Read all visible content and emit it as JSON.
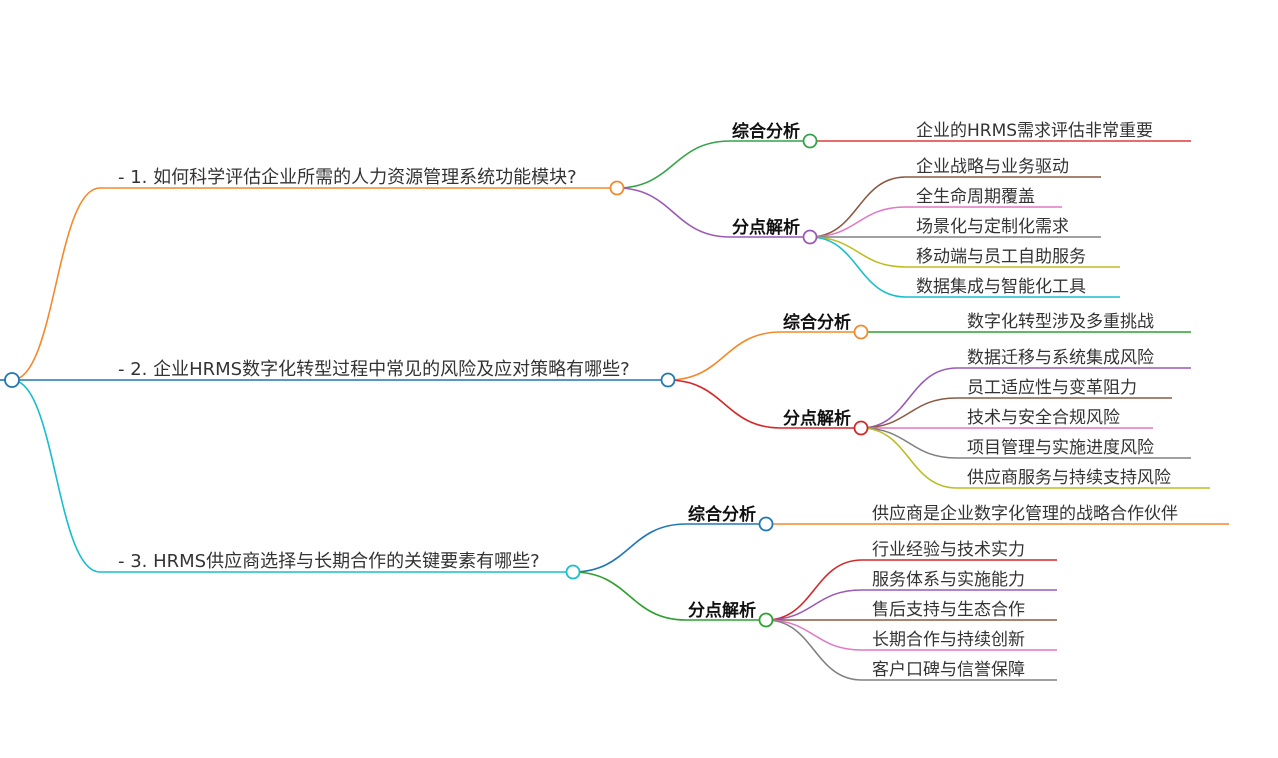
{
  "root": {
    "label": ""
  },
  "branches": [
    {
      "label": "- 1. 如何科学评估企业所需的人力资源管理系统功能模块?",
      "color": "#f28a2c",
      "groups": [
        {
          "label": "综合分析",
          "color": "#34a34a",
          "items": [
            {
              "text": "企业的HRMS需求评估非常重要",
              "color": "#e03b3b"
            }
          ]
        },
        {
          "label": "分点解析",
          "color": "#9b59b6",
          "items": [
            {
              "text": "企业战略与业务驱动",
              "color": "#8a5a44"
            },
            {
              "text": "全生命周期覆盖",
              "color": "#e377c2"
            },
            {
              "text": "场景化与定制化需求",
              "color": "#808080"
            },
            {
              "text": "移动端与员工自助服务",
              "color": "#bcbd22"
            },
            {
              "text": "数据集成与智能化工具",
              "color": "#17becf"
            }
          ]
        }
      ]
    },
    {
      "label": "- 2. 企业HRMS数字化转型过程中常见的风险及应对策略有哪些?",
      "color": "#1f77b4",
      "groups": [
        {
          "label": "综合分析",
          "color": "#f28a2c",
          "items": [
            {
              "text": "数字化转型涉及多重挑战",
              "color": "#2ca02c"
            }
          ]
        },
        {
          "label": "分点解析",
          "color": "#d62728",
          "items": [
            {
              "text": "数据迁移与系统集成风险",
              "color": "#9b59b6"
            },
            {
              "text": "员工适应性与变革阻力",
              "color": "#8a5a44"
            },
            {
              "text": "技术与安全合规风险",
              "color": "#e377c2"
            },
            {
              "text": "项目管理与实施进度风险",
              "color": "#808080"
            },
            {
              "text": "供应商服务与持续支持风险",
              "color": "#bcbd22"
            }
          ]
        }
      ]
    },
    {
      "label": "- 3. HRMS供应商选择与长期合作的关键要素有哪些?",
      "color": "#17becf",
      "groups": [
        {
          "label": "综合分析",
          "color": "#1f77b4",
          "items": [
            {
              "text": "供应商是企业数字化管理的战略合作伙伴",
              "color": "#f28a2c"
            }
          ]
        },
        {
          "label": "分点解析",
          "color": "#2ca02c",
          "items": [
            {
              "text": "行业经验与技术实力",
              "color": "#d62728"
            },
            {
              "text": "服务体系与实施能力",
              "color": "#9b59b6"
            },
            {
              "text": "售后支持与生态合作",
              "color": "#8a5a44"
            },
            {
              "text": "长期合作与持续创新",
              "color": "#e377c2"
            },
            {
              "text": "客户口碑与信誉保障",
              "color": "#808080"
            }
          ]
        }
      ]
    }
  ]
}
